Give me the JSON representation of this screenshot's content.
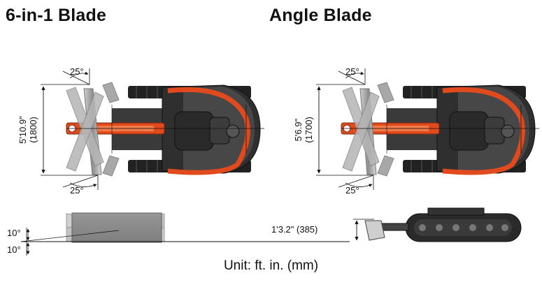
{
  "titles": {
    "six_in_one": "6-in-1 Blade",
    "angle": "Angle Blade"
  },
  "six_in_one": {
    "angle_top": "25°",
    "angle_bottom": "25°",
    "width_ftin": "5'10.9\"",
    "width_mm": "(1800)",
    "tilt_top": "10°",
    "tilt_bottom": "10°"
  },
  "angle_blade": {
    "angle_top": "25°",
    "angle_bottom": "25°",
    "width_ftin": "5'6.9\"",
    "width_mm": "(1700)",
    "lift_height": "1'3.2\" (385)"
  },
  "unit_note": "Unit: ft. in. (mm)",
  "colors": {
    "accent": "#e04a1c",
    "body_dark": "#2b2b2b",
    "blade_gray": "#9a9a9a"
  }
}
